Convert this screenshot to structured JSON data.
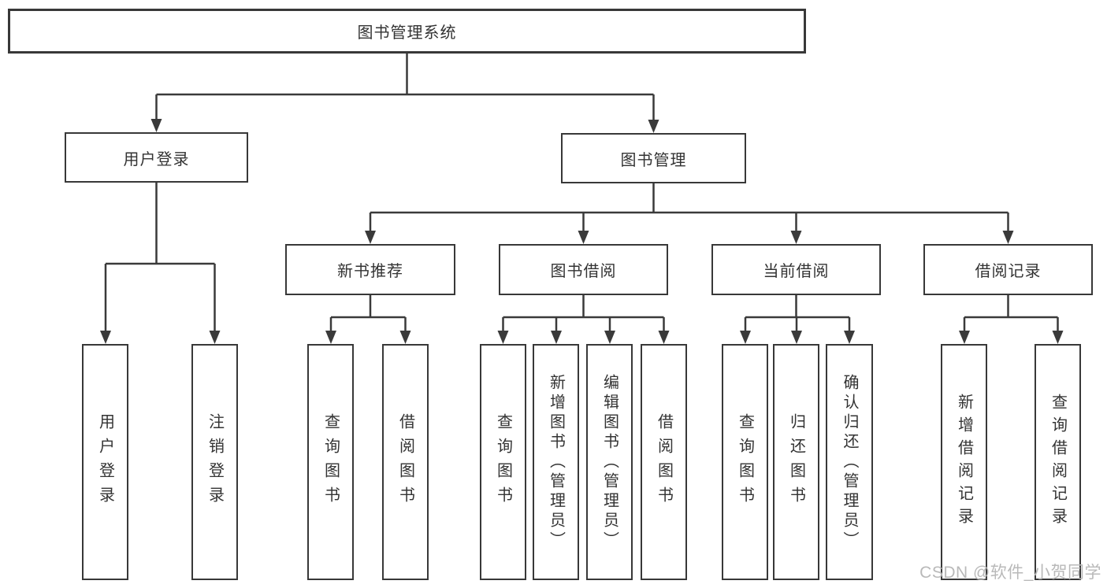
{
  "diagram": {
    "root": {
      "label": "图书管理系统"
    },
    "level1": [
      {
        "label": "用户登录"
      },
      {
        "label": "图书管理"
      }
    ],
    "level2": [
      {
        "label": "新书推荐"
      },
      {
        "label": "图书借阅"
      },
      {
        "label": "当前借阅"
      },
      {
        "label": "借阅记录"
      }
    ],
    "leaves": {
      "user_login": [
        {
          "label": "用户登录"
        },
        {
          "label": "注销登录"
        }
      ],
      "new_book_recommend": [
        {
          "label": "查询图书"
        },
        {
          "label": "借阅图书"
        }
      ],
      "book_borrow": [
        {
          "label": "查询图书"
        },
        {
          "label": "新增图书（管理员）"
        },
        {
          "label": "编辑图书（管理员）"
        },
        {
          "label": "借阅图书"
        }
      ],
      "current_borrow": [
        {
          "label": "查询图书"
        },
        {
          "label": "归还图书"
        },
        {
          "label": "确认归还（管理员）"
        }
      ],
      "borrow_records": [
        {
          "label": "新增借阅记录"
        },
        {
          "label": "查询借阅记录"
        }
      ]
    }
  },
  "watermark": {
    "text": "CSDN @软件_小贺同学"
  },
  "colors": {
    "line": "#3a3a3a",
    "border": "#383838",
    "fill": "#ffffff",
    "text": "#333333",
    "watermark": "#b9b9b9"
  }
}
